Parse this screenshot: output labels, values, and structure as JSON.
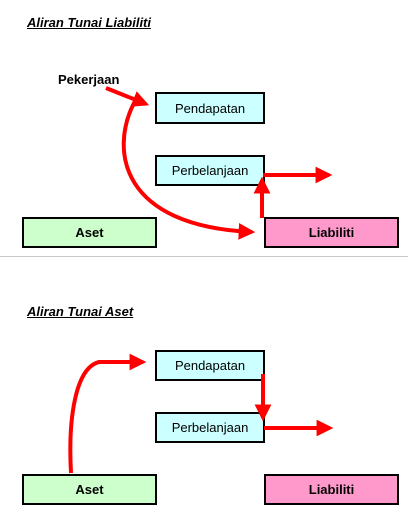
{
  "liabiliti_section": {
    "title": "Aliran Tunai Liabiliti",
    "source_label": "Pekerjaan",
    "boxes": {
      "pendapatan": "Pendapatan",
      "perbelanjaan": "Perbelanjaan",
      "aset": "Aset",
      "liabiliti": "Liabiliti"
    }
  },
  "aset_section": {
    "title": "Aliran Tunai Aset",
    "boxes": {
      "pendapatan": "Pendapatan",
      "perbelanjaan": "Perbelanjaan",
      "aset": "Aset",
      "liabiliti": "Liabiliti"
    }
  },
  "colors": {
    "income_box": "#ccffff",
    "asset_box": "#ccffcc",
    "liability_box": "#ff99cc",
    "arrow": "#ff0000"
  }
}
